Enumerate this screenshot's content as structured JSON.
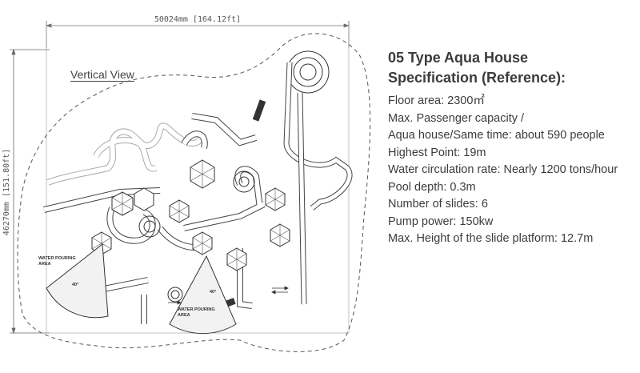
{
  "drawing": {
    "width_dimension": "50024mm [164.12ft]",
    "height_dimension": "46270mm [151.80ft]",
    "view_label": "Vertical View",
    "pool_areas": [
      {
        "line1": "WATER POURING",
        "line2": "AREA",
        "angle": "40°"
      },
      {
        "line1": "WATER POURING",
        "line2": "AREA",
        "angle": "40°"
      }
    ]
  },
  "spec": {
    "title_line1": "05 Type Aqua House",
    "title_line2": "Specification (Reference):",
    "items": [
      "Floor area: 2300㎡",
      "Max. Passenger capacity /",
      "Aqua house/Same time: about 590 people",
      "Highest Point: 19m",
      "Water circulation rate: Nearly 1200 tons/hour",
      "Pool depth: 0.3m",
      "Number of slides: 6",
      "Pump power: 150kw",
      "Max. Height of the slide platform: 12.7m"
    ]
  }
}
